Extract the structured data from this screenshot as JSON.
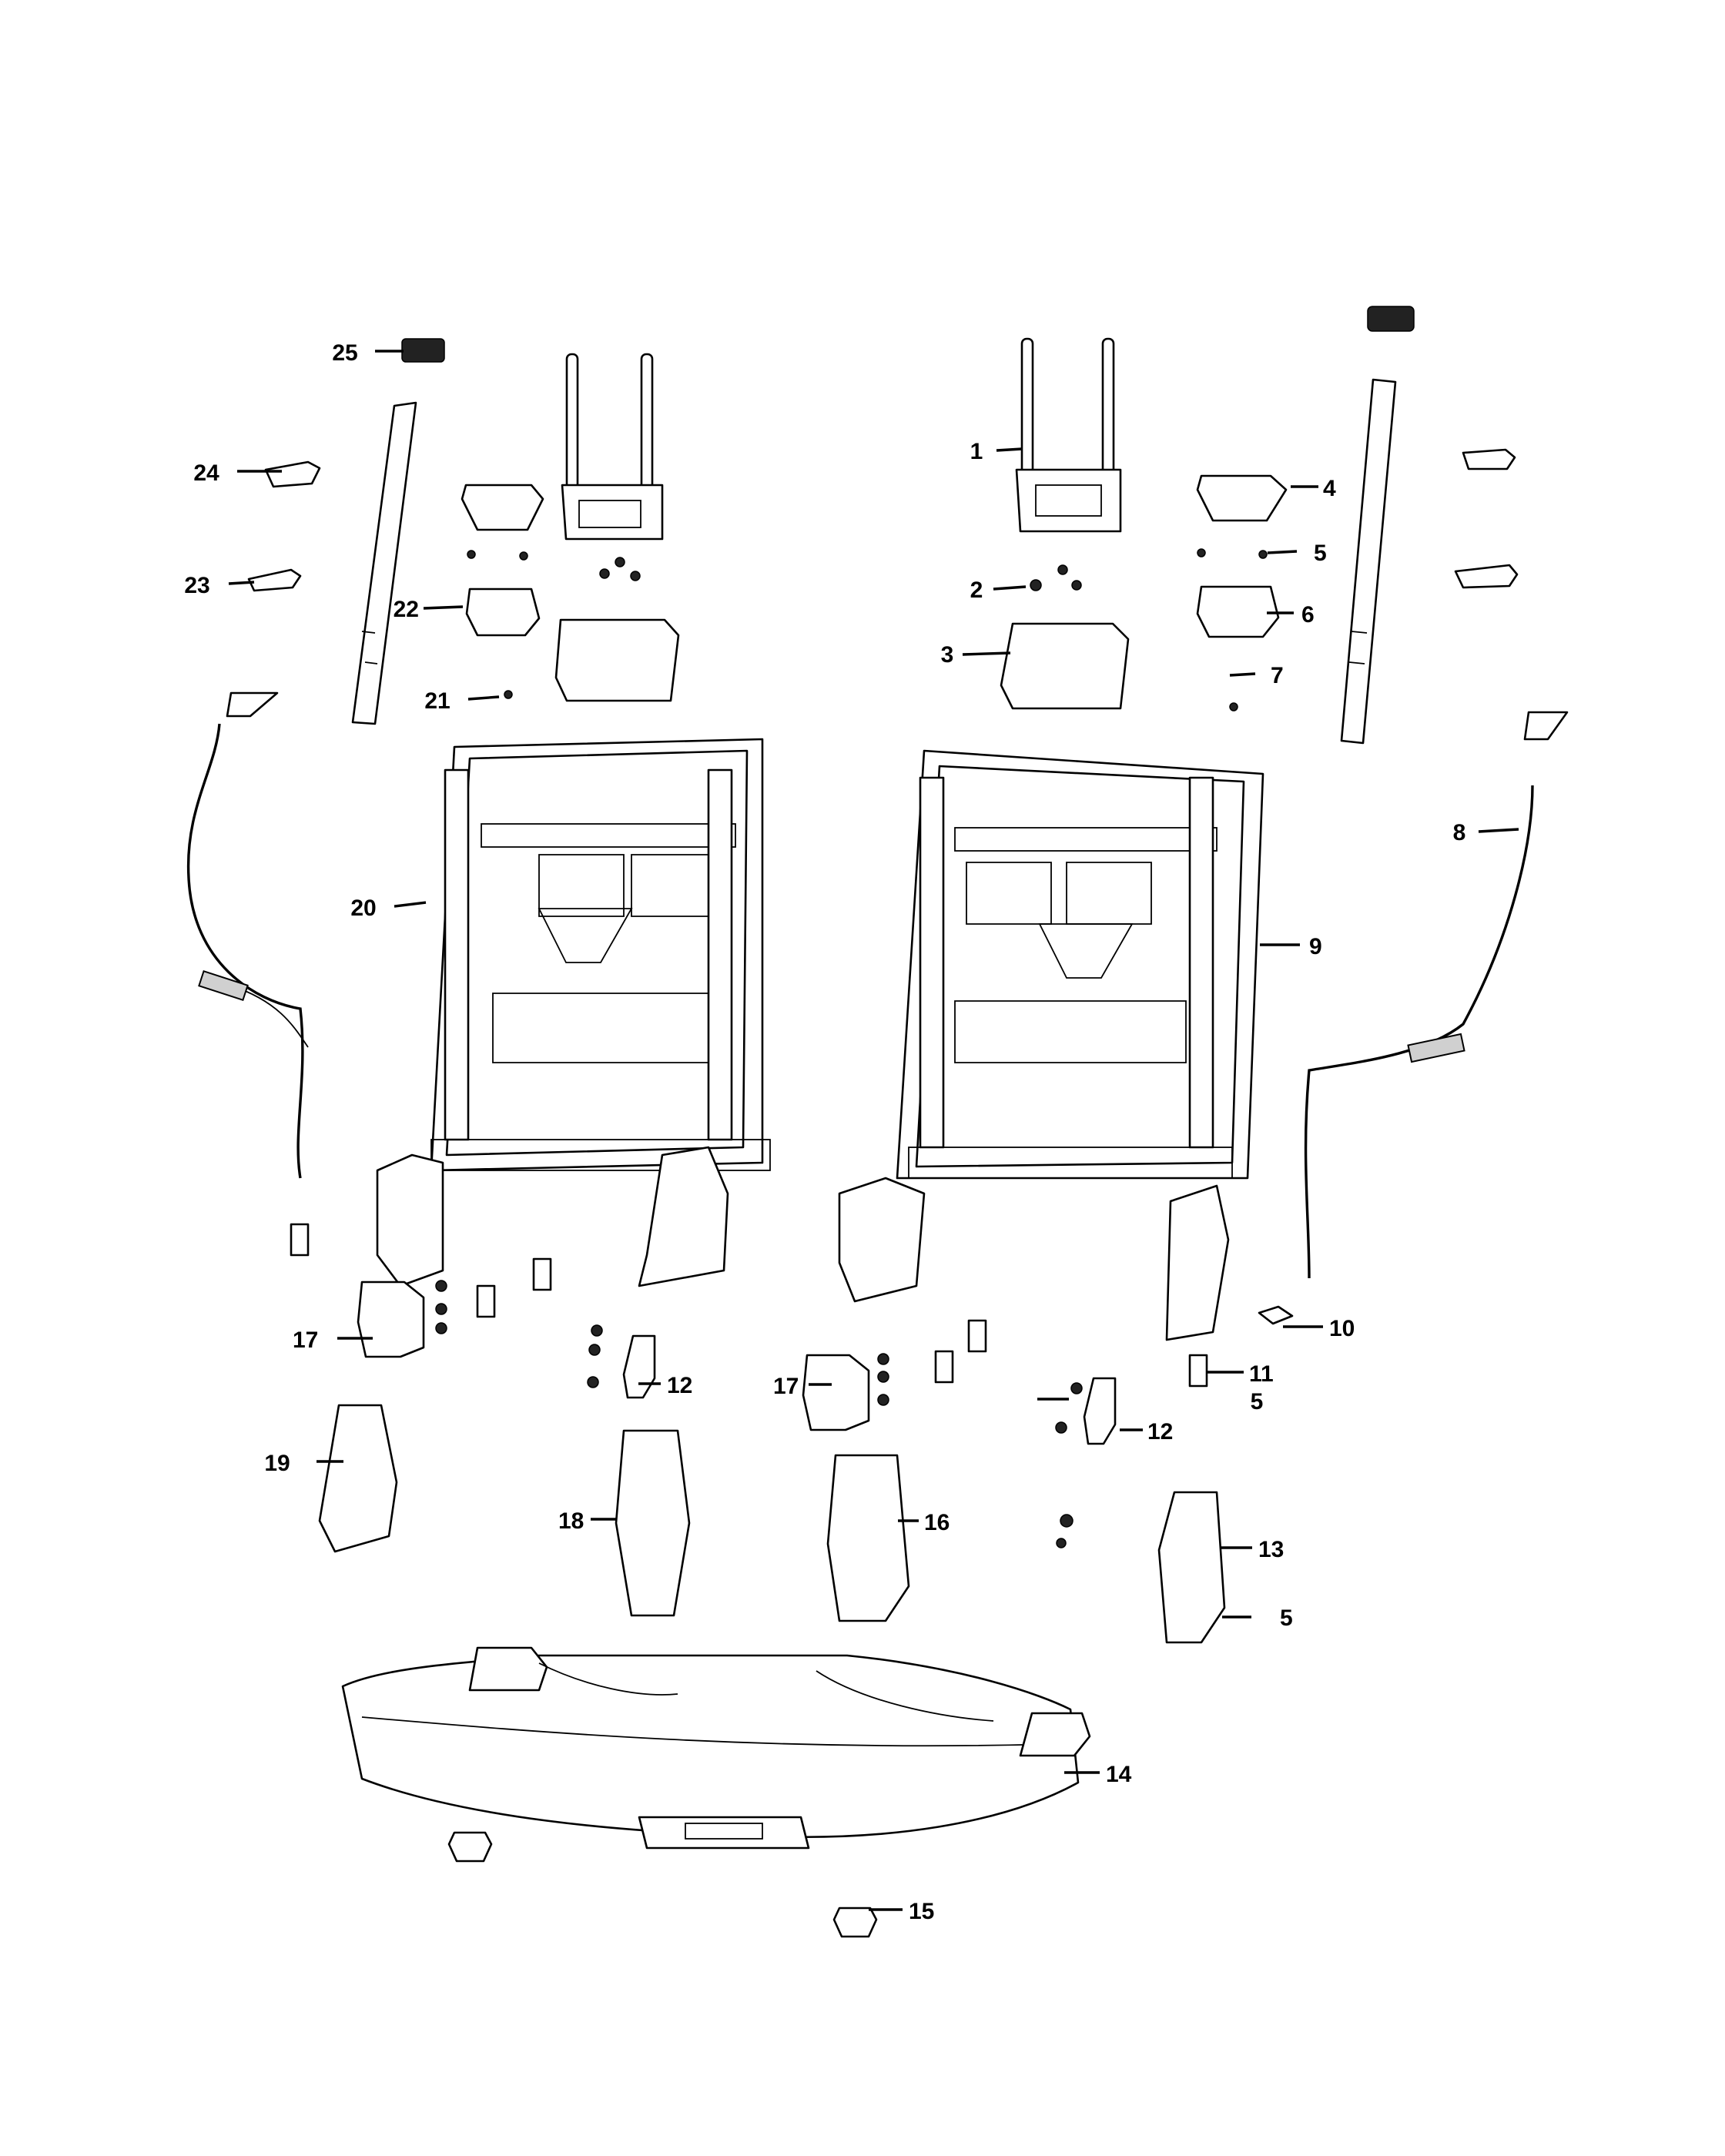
{
  "callouts": [
    {
      "id": "c1",
      "number": "1"
    },
    {
      "id": "c2",
      "number": "2"
    },
    {
      "id": "c3",
      "number": "3"
    },
    {
      "id": "c4",
      "number": "4"
    },
    {
      "id": "c5a",
      "number": "5"
    },
    {
      "id": "c5b",
      "number": "5"
    },
    {
      "id": "c5c",
      "number": "5"
    },
    {
      "id": "c6",
      "number": "6"
    },
    {
      "id": "c7",
      "number": "7"
    },
    {
      "id": "c8",
      "number": "8"
    },
    {
      "id": "c9",
      "number": "9"
    },
    {
      "id": "c10",
      "number": "10"
    },
    {
      "id": "c11",
      "number": "11"
    },
    {
      "id": "c12a",
      "number": "12"
    },
    {
      "id": "c12b",
      "number": "12"
    },
    {
      "id": "c13",
      "number": "13"
    },
    {
      "id": "c14",
      "number": "14"
    },
    {
      "id": "c15",
      "number": "15"
    },
    {
      "id": "c16",
      "number": "16"
    },
    {
      "id": "c17a",
      "number": "17"
    },
    {
      "id": "c17b",
      "number": "17"
    },
    {
      "id": "c18",
      "number": "18"
    },
    {
      "id": "c19",
      "number": "19"
    },
    {
      "id": "c20",
      "number": "20"
    },
    {
      "id": "c21",
      "number": "21"
    },
    {
      "id": "c22",
      "number": "22"
    },
    {
      "id": "c23",
      "number": "23"
    },
    {
      "id": "c24",
      "number": "24"
    },
    {
      "id": "c25",
      "number": "25"
    }
  ]
}
